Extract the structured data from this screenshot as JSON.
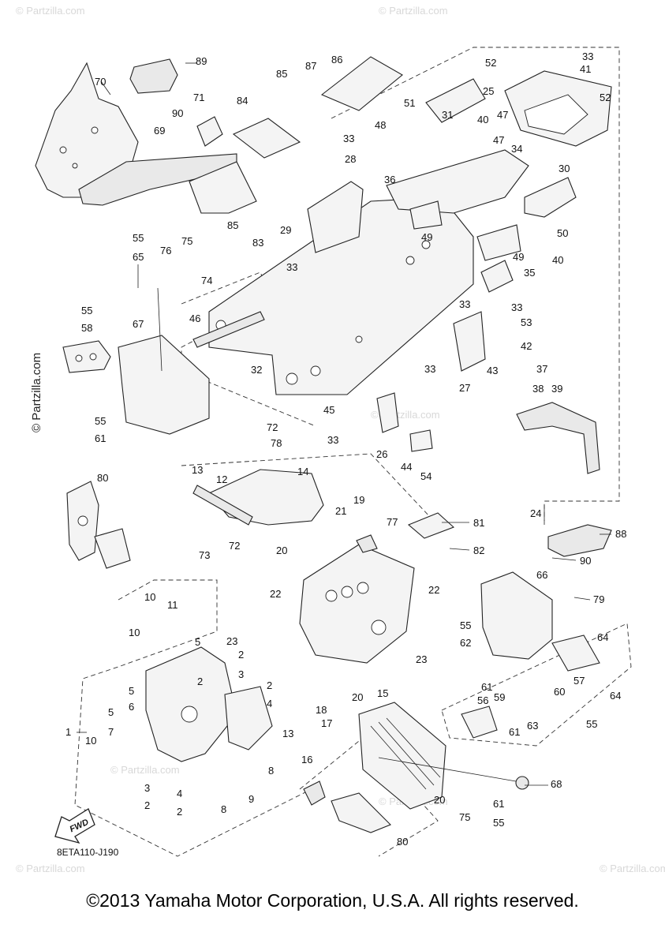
{
  "diagram": {
    "part_code": "8ETA110-J190",
    "fwd_label": "FWD",
    "copyright": "©2013 Yamaha Motor Corporation, U.S.A. All rights reserved.",
    "side_watermark": "© Partzilla.com",
    "watermark_text": "© Partzilla.com",
    "callouts": {
      "c1": "1",
      "c2a": "2",
      "c2b": "2",
      "c2c": "2",
      "c2d": "2",
      "c2e": "2",
      "c3a": "3",
      "c3b": "3",
      "c4a": "4",
      "c4b": "4",
      "c5a": "5",
      "c5b": "5",
      "c5c": "5",
      "c6": "6",
      "c7": "7",
      "c8a": "8",
      "c8b": "8",
      "c9": "9",
      "c10a": "10",
      "c10b": "10",
      "c10c": "10",
      "c11": "11",
      "c12": "12",
      "c13a": "13",
      "c13b": "13",
      "c14": "14",
      "c15": "15",
      "c16": "16",
      "c17": "17",
      "c18": "18",
      "c19": "19",
      "c20a": "20",
      "c20b": "20",
      "c20c": "20",
      "c21": "21",
      "c22a": "22",
      "c22b": "22",
      "c23a": "23",
      "c23b": "23",
      "c24": "24",
      "c25": "25",
      "c26": "26",
      "c27": "27",
      "c28": "28",
      "c29": "29",
      "c30": "30",
      "c31": "31",
      "c32": "32",
      "c33a": "33",
      "c33b": "33",
      "c33c": "33",
      "c33d": "33",
      "c33e": "33",
      "c33f": "33",
      "c33g": "33",
      "c34": "34",
      "c35": "35",
      "c36": "36",
      "c37": "37",
      "c38": "38",
      "c39": "39",
      "c40a": "40",
      "c40b": "40",
      "c41": "41",
      "c42": "42",
      "c43": "43",
      "c44": "44",
      "c45": "45",
      "c46": "46",
      "c47": "47",
      "c48": "48",
      "c49a": "49",
      "c49b": "49",
      "c50": "50",
      "c51": "51",
      "c52a": "52",
      "c52b": "52",
      "c53": "53",
      "c54": "54",
      "c55a": "55",
      "c55b": "55",
      "c55c": "55",
      "c55d": "55",
      "c55e": "55",
      "c55f": "55",
      "c56": "56",
      "c57": "57",
      "c58": "58",
      "c59": "59",
      "c60": "60",
      "c61a": "61",
      "c61b": "61",
      "c61c": "61",
      "c61d": "61",
      "c62": "62",
      "c63": "63",
      "c64a": "64",
      "c64b": "64",
      "c65": "65",
      "c66": "66",
      "c67": "67",
      "c68": "68",
      "c69": "69",
      "c70": "70",
      "c71": "71",
      "c72a": "72",
      "c72b": "72",
      "c73": "73",
      "c74": "74",
      "c75a": "75",
      "c75b": "75",
      "c76": "76",
      "c77": "77",
      "c78": "78",
      "c79": "79",
      "c80a": "80",
      "c80b": "80",
      "c81": "81",
      "c82": "82",
      "c83": "83",
      "c84": "84",
      "c85a": "85",
      "c85b": "85",
      "c86": "86",
      "c87": "87",
      "c88": "88",
      "c89": "89",
      "c90a": "90",
      "c90b": "90"
    }
  }
}
